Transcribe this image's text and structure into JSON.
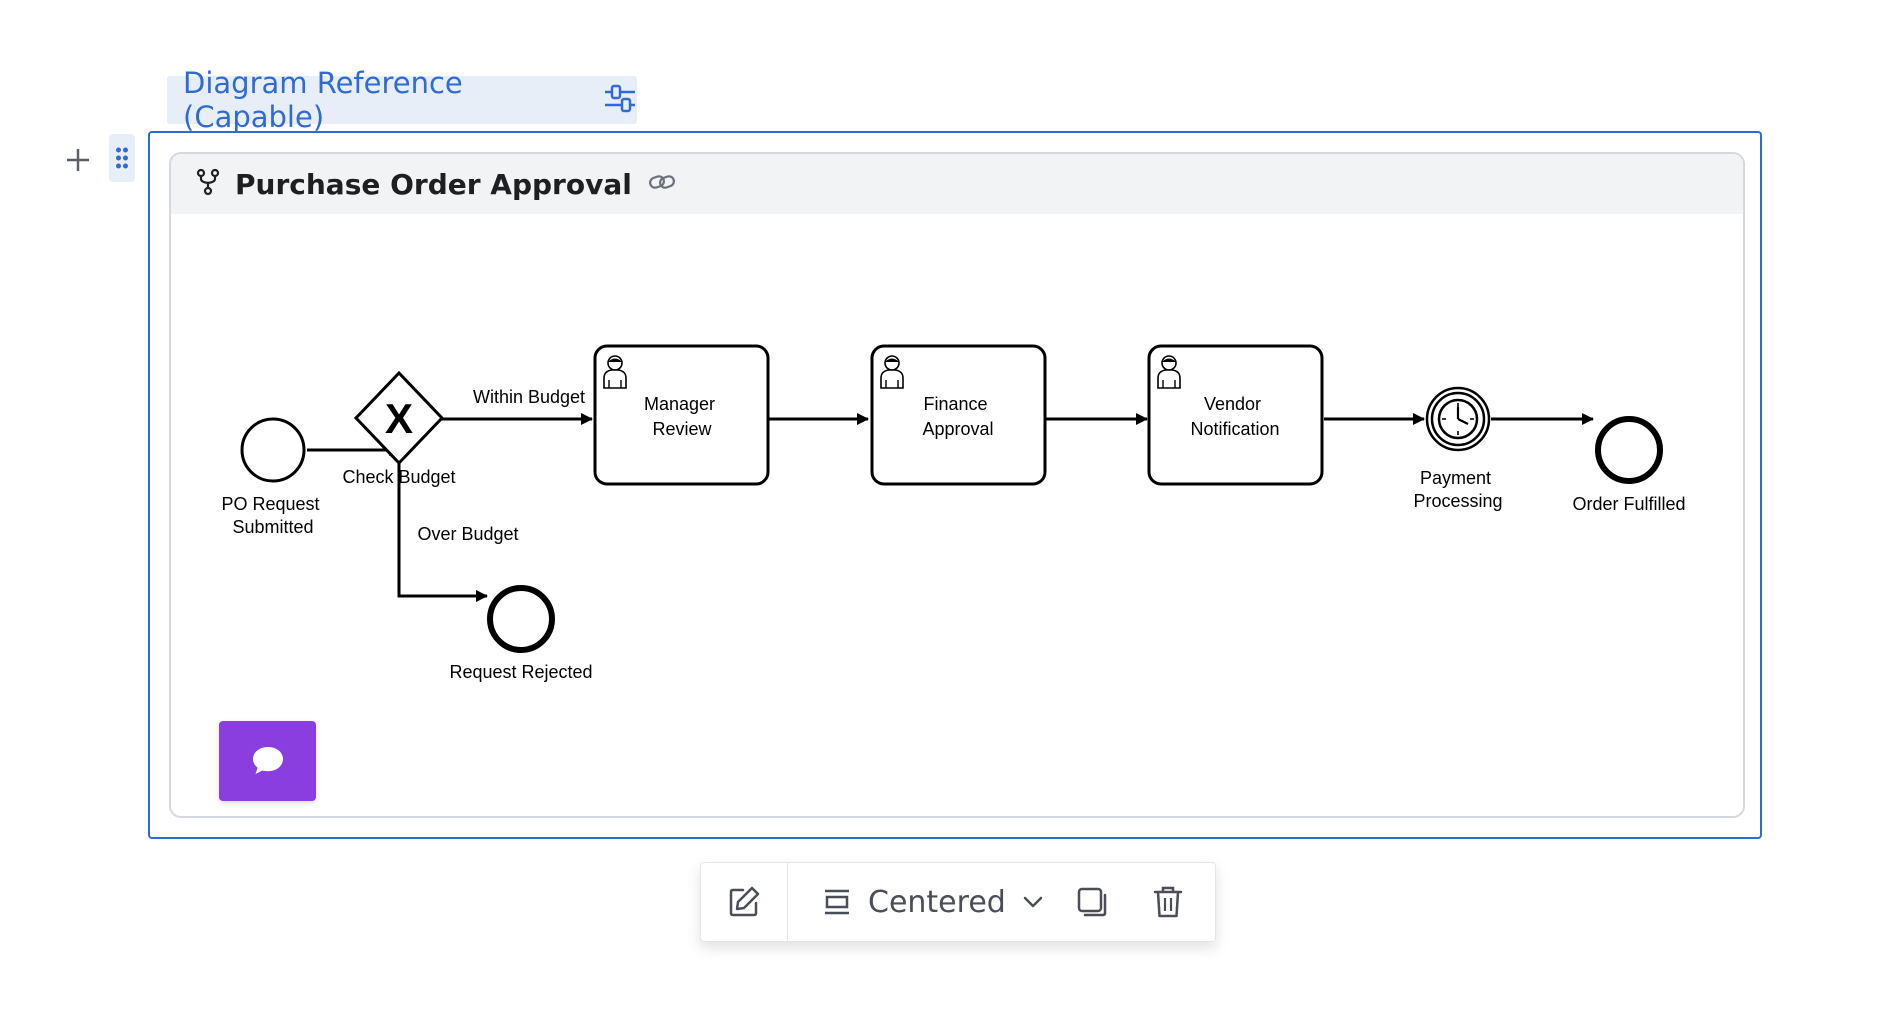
{
  "reference": {
    "label": "Diagram Reference (Capable)",
    "settings_icon": "sliders-icon"
  },
  "block_controls": {
    "add_icon": "plus-icon",
    "drag_icon": "drag-handle-icon"
  },
  "diagram": {
    "title": "Purchase Order Approval",
    "type_icon": "process-fork-icon",
    "link_icon": "link-icon",
    "elements": {
      "start_event": "PO Request\nSubmitted",
      "gateway": "Check Budget",
      "flow_within": "Within Budget",
      "flow_over": "Over Budget",
      "end_rejected": "Request Rejected",
      "task_manager": "Manager\nReview",
      "task_finance": "Finance\nApproval",
      "task_vendor": "Vendor\nNotification",
      "timer_event": "Payment\nProcessing",
      "end_fulfilled": "Order Fulfilled"
    }
  },
  "chat_button": {
    "icon": "chat-bubble-icon"
  },
  "toolbar": {
    "edit_icon": "edit-icon",
    "align_icon": "align-center-icon",
    "align_label": "Centered",
    "dropdown_icon": "chevron-down-icon",
    "copy_icon": "copy-icon",
    "delete_icon": "trash-icon"
  },
  "colors": {
    "accent": "#2f6bd0",
    "chat_button": "#8a3ee0"
  }
}
